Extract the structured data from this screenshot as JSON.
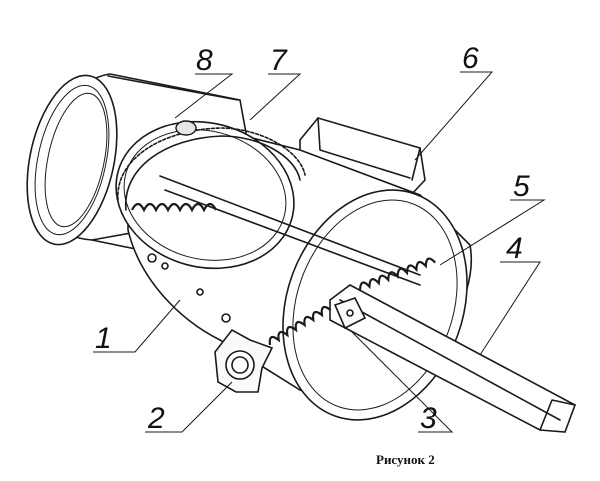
{
  "callouts": [
    {
      "id": "1",
      "label": "1"
    },
    {
      "id": "2",
      "label": "2"
    },
    {
      "id": "3",
      "label": "3"
    },
    {
      "id": "4",
      "label": "4"
    },
    {
      "id": "5",
      "label": "5"
    },
    {
      "id": "6",
      "label": "6"
    },
    {
      "id": "7",
      "label": "7"
    },
    {
      "id": "8",
      "label": "8"
    }
  ],
  "caption": "Рисунок 2"
}
